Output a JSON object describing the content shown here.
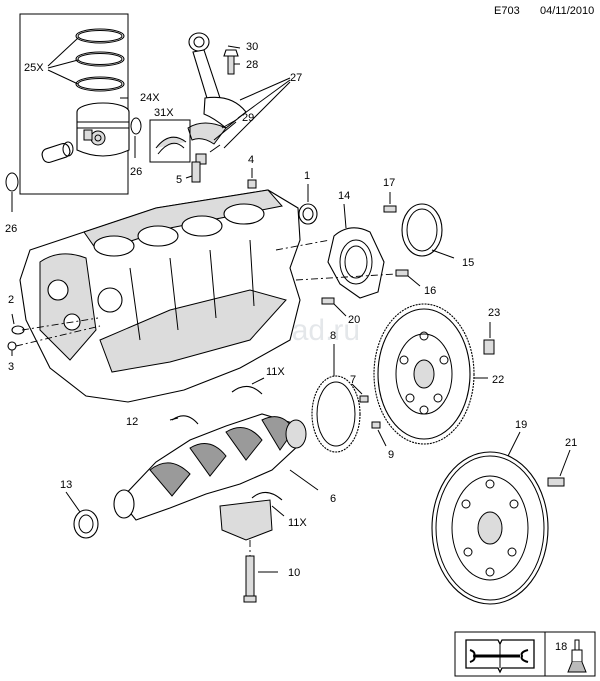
{
  "header": {
    "figure_code": "E703",
    "date": "04/11/2010"
  },
  "watermark": "www.ansklad.ru",
  "callouts": {
    "c1": "1",
    "c2": "2",
    "c3": "3",
    "c4": "4",
    "c5": "5",
    "c6": "6",
    "c7": "7",
    "c8": "8",
    "c9": "9",
    "c10": "10",
    "c11a": "11X",
    "c11b": "11X",
    "c12": "12",
    "c13": "13",
    "c14": "14",
    "c15": "15",
    "c16": "16",
    "c17": "17",
    "c18": "18",
    "c19": "19",
    "c20": "20",
    "c21": "21",
    "c22": "22",
    "c23": "23",
    "c24": "24X",
    "c25": "25X",
    "c26a": "26",
    "c26b": "26",
    "c27": "27",
    "c28": "28",
    "c29": "29",
    "c30": "30",
    "c31": "31X"
  },
  "icons": {
    "manual": "open-book-wrench-icon",
    "part18": "sensor-part-icon"
  }
}
